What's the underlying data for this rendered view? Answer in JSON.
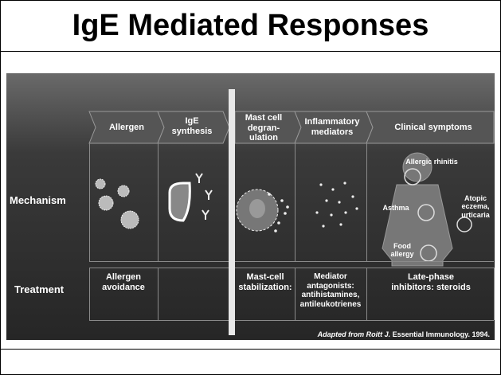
{
  "title": "IgE Mediated Responses",
  "columns": [
    "Allergen",
    "IgE synthesis",
    "Mast cell degran-ulation",
    "Inflammatory mediators",
    "Clinical symptoms"
  ],
  "rows": {
    "mechanism": "Mechanism",
    "treatment": "Treatment"
  },
  "symptoms": {
    "allergic_rhinitis": "Allergic rhinitis",
    "asthma": "Asthma",
    "atopic": "Atopic eczema, urticaria",
    "food": "Food allergy"
  },
  "treatments": {
    "allergen": "Allergen avoidance",
    "mast_cell": "Mast-cell stabilization:",
    "mediator": "Mediator antagonists: antihistamines, antileukotrienes",
    "late_phase": "Late-phase inhibitors: steroids"
  },
  "credit_source": "Adapted from Roitt J.",
  "credit_rest": " Essential Immunology. 1994."
}
